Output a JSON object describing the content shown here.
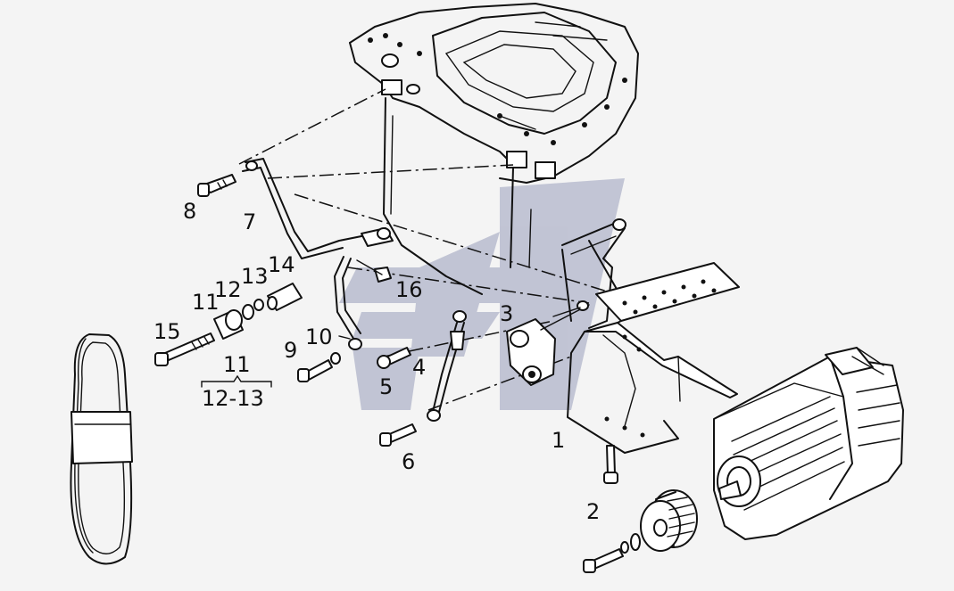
{
  "callouts": [
    {
      "id": "1",
      "text": "1"
    },
    {
      "id": "2",
      "text": "2"
    },
    {
      "id": "3",
      "text": "3"
    },
    {
      "id": "4",
      "text": "4"
    },
    {
      "id": "5",
      "text": "5"
    },
    {
      "id": "6",
      "text": "6"
    },
    {
      "id": "7",
      "text": "7"
    },
    {
      "id": "8",
      "text": "8"
    },
    {
      "id": "9",
      "text": "9"
    },
    {
      "id": "10",
      "text": "10"
    },
    {
      "id": "11",
      "text": "11"
    },
    {
      "id": "12",
      "text": "12"
    },
    {
      "id": "13",
      "text": "13"
    },
    {
      "id": "14",
      "text": "14"
    },
    {
      "id": "15",
      "text": "15"
    },
    {
      "id": "16",
      "text": "16"
    }
  ],
  "kit": {
    "top": "11",
    "bottom": "12-13"
  },
  "colors": {
    "line": "#111111",
    "background": "#f4f4f4",
    "watermark": "#b9bccf"
  }
}
